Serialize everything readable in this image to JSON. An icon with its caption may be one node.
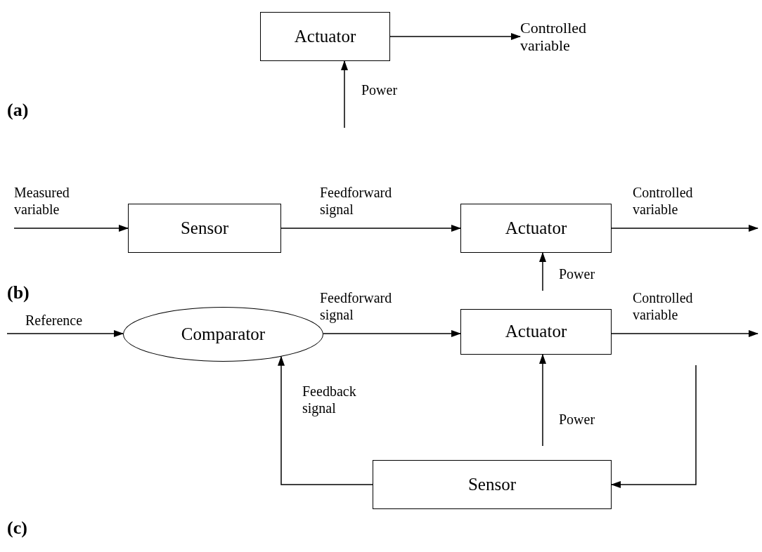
{
  "diagram": {
    "nodes": [
      {
        "text": [
          "Actuator"
        ]
      },
      {
        "text": [
          "Controlled variable"
        ]
      },
      {
        "text": [
          "Sensor"
        ]
      },
      {
        "text": [
          "Actuator"
        ]
      },
      {
        "text": [
          "Comparator"
        ]
      },
      {
        "text": [
          "Actuator"
        ]
      },
      {
        "text": [
          "Sensor"
        ]
      }
    ],
    "edges": [
      {
        "from": 0,
        "to": 1,
        "arrow": "to"
      },
      {
        "from": null,
        "to": 0,
        "arrow": "to",
        "label": "Power"
      },
      {
        "from": null,
        "to": 2,
        "arrow": "to",
        "label": "Measured variable"
      },
      {
        "from": 2,
        "to": 3,
        "arrow": "to",
        "label": "Feedforward signal"
      },
      {
        "from": 3,
        "to": null,
        "arrow": "to",
        "label": "Controlled variable"
      },
      {
        "from": null,
        "to": 3,
        "arrow": "to",
        "label": "Power"
      },
      {
        "from": null,
        "to": 4,
        "arrow": "to",
        "label": "Reference"
      },
      {
        "from": 4,
        "to": 5,
        "arrow": "to",
        "label": "Feedforward signal"
      },
      {
        "from": 5,
        "to": null,
        "arrow": "to",
        "label": "Controlled variable"
      },
      {
        "from": null,
        "to": 5,
        "arrow": "to",
        "label": "Power"
      },
      {
        "from": null,
        "to": 6,
        "arrow": "to"
      },
      {
        "from": 6,
        "to": 4,
        "arrow": "to",
        "label": "Feedback signal"
      }
    ],
    "labels": [
      "(a)",
      "(b)",
      "(c)"
    ]
  }
}
